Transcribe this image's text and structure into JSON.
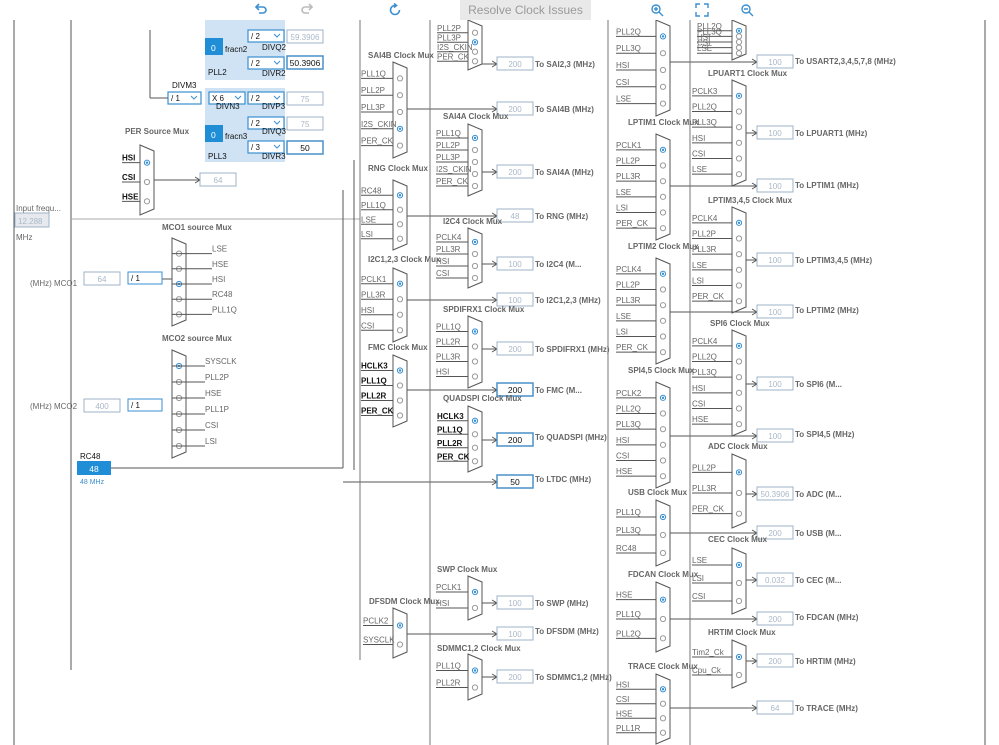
{
  "toolbar": {
    "resolve_label": "Resolve Clock Issues"
  },
  "colors": {
    "accent": "#1f8ed6",
    "pll_panel": "#cfe3f4",
    "line": "#555555",
    "disabled_text": "#aab8c8"
  },
  "input_freq": {
    "label": "Input frequ...",
    "value": "12.288",
    "unit": "MHz"
  },
  "rc48": {
    "label": "RC48",
    "value": "48",
    "unit": "48 MHz"
  },
  "pll": {
    "divm3": "DIVM3",
    "divm3_val": "/ 1",
    "divn3": "DIVN3",
    "divn3_val": "X 6",
    "divp3": "DIVP3",
    "divp3_val": "/ 2",
    "divq3": "DIVQ3",
    "divq3_val": "/ 2",
    "divr3": "DIVR3",
    "divr3_val": "/ 3",
    "divq2": "DIVQ2",
    "divq2_val": "/ 2",
    "divr2": "DIVR2",
    "divr2_val": "/ 2",
    "pll2": "PLL2",
    "pll3": "PLL3",
    "fracn2": "fracn2",
    "fracn3": "fracn3",
    "frac_val": "0",
    "q2_out": "59.3906",
    "r2_out": "50.3906",
    "p3_out": "75",
    "q3_out": "75",
    "r3_out": "50"
  },
  "muxes": [
    {
      "title": "PER Source Mux",
      "inputs": [
        "HSI",
        "CSI",
        "HSE"
      ],
      "output": "64"
    },
    {
      "title": "MCO1 source Mux",
      "inputs": [
        "LSE",
        "HSE",
        "HSI",
        "RC48",
        "PLL1Q"
      ],
      "output": "64",
      "div": "/ 1",
      "out_label": "(MHz) MCO1"
    },
    {
      "title": "MCO2 source Mux",
      "inputs": [
        "SYSCLK",
        "PLL2P",
        "HSE",
        "PLL1P",
        "CSI",
        "LSI"
      ],
      "output": "400",
      "div": "/ 1",
      "out_label": "(MHz) MCO2"
    },
    {
      "title": "SAI4B Clock Mux",
      "inputs": [
        "PLL1Q",
        "PLL2P",
        "PLL3P",
        "I2S_CKIN",
        "PER_CK"
      ],
      "output": "200",
      "out_label": "To SAI4B (MHz)"
    },
    {
      "title": "RNG Clock Mux",
      "inputs": [
        "RC48",
        "PLL1Q",
        "LSE",
        "LSI"
      ],
      "output": "48",
      "out_label": "To RNG (MHz)"
    },
    {
      "title": "I2C1,2,3 Clock Mux",
      "inputs": [
        "PCLK1",
        "PLL3R",
        "HSI",
        "CSI"
      ],
      "output": "100",
      "out_label": "To I2C1,2,3 (MHz)"
    },
    {
      "title": "FMC Clock Mux",
      "inputs": [
        "HCLK3",
        "PLL1Q",
        "PLL2R",
        "PER_CK"
      ],
      "output": "200",
      "out_label": "To FMC (M..."
    },
    {
      "title": "QUADSPI Clock Mux",
      "inputs": [
        "HCLK3",
        "PLL1Q",
        "PLL2R",
        "PER_CK"
      ],
      "output": "200",
      "out_label": "To QUADSPI (MHz)"
    },
    {
      "title": "SAI2,3 Clock Mux",
      "inputs": [
        "PLL2P",
        "PLL3P",
        "I2S_CKIN",
        "PER_CK"
      ],
      "output": "200",
      "out_label": "To SAI2,3 (MHz)"
    },
    {
      "title": "SAI4A Clock Mux",
      "inputs": [
        "PLL1Q",
        "PLL2P",
        "PLL3P",
        "I2S_CKIN",
        "PER_CK"
      ],
      "output": "200",
      "out_label": "To SAI4A (MHz)"
    },
    {
      "title": "I2C4 Clock Mux",
      "inputs": [
        "PCLK4",
        "PLL3R",
        "HSI",
        "CSI"
      ],
      "output": "100",
      "out_label": "To I2C4 (M..."
    },
    {
      "title": "SPDIFRX1 Clock Mux",
      "inputs": [
        "PLL1Q",
        "PLL2R",
        "PLL3R",
        "HSI"
      ],
      "output": "200",
      "out_label": "To SPDIFRX1 (MHz)"
    },
    {
      "title": "LTDC",
      "output": "50",
      "out_label": "To LTDC (MHz)"
    },
    {
      "title": "SWP Clock Mux",
      "inputs": [
        "PCLK1",
        "HSI"
      ],
      "output": "100",
      "out_label": "To SWP (MHz)"
    },
    {
      "title": "DFSDM Clock Mux",
      "inputs": [
        "PCLK2",
        "SYSCLK"
      ],
      "output": "100",
      "out_label": "To DFSDM (MHz)"
    },
    {
      "title": "SDMMC1,2 Clock Mux",
      "inputs": [
        "PLL1Q",
        "PLL2R"
      ],
      "output": "200",
      "out_label": "To SDMMC1,2 (MHz)"
    },
    {
      "title": "USART2",
      "inputs": [
        "PLL2Q",
        "PLL3Q",
        "HSI",
        "CSI",
        "LSE"
      ],
      "output": "100",
      "out_label": "To USART2,3,4,5,7,8 (MHz)"
    },
    {
      "title": "LPUART1 Clock Mux",
      "inputs": [
        "PCLK3",
        "PLL2Q",
        "PLL3Q",
        "HSI",
        "CSI",
        "LSE"
      ],
      "output": "100",
      "out_label": "To LPUART1 (MHz)"
    },
    {
      "title": "LPTIM1 Clock Mux",
      "inputs": [
        "PCLK1",
        "PLL2P",
        "PLL3R",
        "LSE",
        "LSI",
        "PER_CK"
      ],
      "output": "100",
      "out_label": "To LPTIM1 (MHz)"
    },
    {
      "title": "LPTIM3,4,5 Clock Mux",
      "inputs": [
        "PCLK4",
        "PLL2P",
        "PLL3R",
        "LSE",
        "LSI",
        "PER_CK"
      ],
      "output": "100",
      "out_label": "To LPTIM3,4,5 (MHz)"
    },
    {
      "title": "LPTIM2 Clock Mux",
      "inputs": [
        "PCLK4",
        "PLL2P",
        "PLL3R",
        "LSE",
        "LSI",
        "PER_CK"
      ],
      "output": "100",
      "out_label": "To LPTIM2 (MHz)"
    },
    {
      "title": "SPI6 Clock Mux",
      "inputs": [
        "PCLK4",
        "PLL2Q",
        "PLL3Q",
        "HSI",
        "CSI",
        "HSE"
      ],
      "output": "100",
      "out_label": "To SPI6 (M..."
    },
    {
      "title": "SPI4,5 Clock Mux",
      "inputs": [
        "PCLK2",
        "PLL2Q",
        "PLL3Q",
        "HSI",
        "CSI",
        "HSE"
      ],
      "output": "100",
      "out_label": "To SPI4,5 (MHz)"
    },
    {
      "title": "ADC Clock Mux",
      "inputs": [
        "PLL2P",
        "PLL3R",
        "PER_CK"
      ],
      "output": "50.3906",
      "out_label": "To ADC (M..."
    },
    {
      "title": "USB Clock Mux",
      "inputs": [
        "PLL1Q",
        "PLL3Q",
        "RC48"
      ],
      "output": "200",
      "out_label": "To USB (M..."
    },
    {
      "title": "CEC Clock Mux",
      "inputs": [
        "LSE",
        "LSI",
        "CSI"
      ],
      "output": "0.032",
      "out_label": "To CEC (M..."
    },
    {
      "title": "FDCAN Clock Mux",
      "inputs": [
        "HSE",
        "PLL1Q",
        "PLL2Q"
      ],
      "output": "200",
      "out_label": "To FDCAN (MHz)"
    },
    {
      "title": "HRTIM Clock Mux",
      "inputs": [
        "Tim2_Ck",
        "Cpu_Ck"
      ],
      "output": "200",
      "out_label": "To HRTIM (MHz)"
    },
    {
      "title": "TRACE Clock Mux",
      "inputs": [
        "HSI",
        "CSI",
        "HSE",
        "PLL1R"
      ],
      "output": "64",
      "out_label": "To TRACE (MHz)"
    }
  ]
}
